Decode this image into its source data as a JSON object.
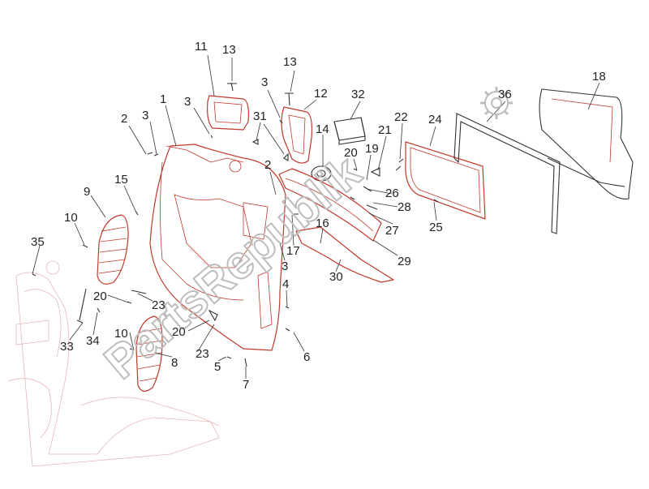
{
  "watermark": {
    "text": "PartsRepublik"
  },
  "callouts": [
    {
      "id": "c1",
      "text": "1"
    },
    {
      "id": "c2a",
      "text": "2"
    },
    {
      "id": "c2b",
      "text": "2"
    },
    {
      "id": "c3a",
      "text": "3"
    },
    {
      "id": "c3b",
      "text": "3"
    },
    {
      "id": "c3c",
      "text": "3"
    },
    {
      "id": "c3d",
      "text": "3"
    },
    {
      "id": "c4",
      "text": "4"
    },
    {
      "id": "c5",
      "text": "5"
    },
    {
      "id": "c6",
      "text": "6"
    },
    {
      "id": "c7",
      "text": "7"
    },
    {
      "id": "c8",
      "text": "8"
    },
    {
      "id": "c9",
      "text": "9"
    },
    {
      "id": "c10a",
      "text": "10"
    },
    {
      "id": "c10b",
      "text": "10"
    },
    {
      "id": "c11",
      "text": "11"
    },
    {
      "id": "c12",
      "text": "12"
    },
    {
      "id": "c13a",
      "text": "13"
    },
    {
      "id": "c13b",
      "text": "13"
    },
    {
      "id": "c14",
      "text": "14"
    },
    {
      "id": "c15",
      "text": "15"
    },
    {
      "id": "c16",
      "text": "16"
    },
    {
      "id": "c17",
      "text": "17"
    },
    {
      "id": "c18",
      "text": "18"
    },
    {
      "id": "c19",
      "text": "19"
    },
    {
      "id": "c20a",
      "text": "20"
    },
    {
      "id": "c20b",
      "text": "20"
    },
    {
      "id": "c20c",
      "text": "20"
    },
    {
      "id": "c21",
      "text": "21"
    },
    {
      "id": "c22",
      "text": "22"
    },
    {
      "id": "c23a",
      "text": "23"
    },
    {
      "id": "c23b",
      "text": "23"
    },
    {
      "id": "c24",
      "text": "24"
    },
    {
      "id": "c25",
      "text": "25"
    },
    {
      "id": "c26",
      "text": "26"
    },
    {
      "id": "c27",
      "text": "27"
    },
    {
      "id": "c28",
      "text": "28"
    },
    {
      "id": "c29",
      "text": "29"
    },
    {
      "id": "c30",
      "text": "30"
    },
    {
      "id": "c31",
      "text": "31"
    },
    {
      "id": "c32",
      "text": "32"
    },
    {
      "id": "c33",
      "text": "33"
    },
    {
      "id": "c34",
      "text": "34"
    },
    {
      "id": "c35",
      "text": "35"
    },
    {
      "id": "c36",
      "text": "36"
    }
  ],
  "colors": {
    "part_outline": "#c0392b",
    "ghost_frame": "#e6b8b8",
    "label": "#222222",
    "watermark": "#bdbdbd"
  }
}
